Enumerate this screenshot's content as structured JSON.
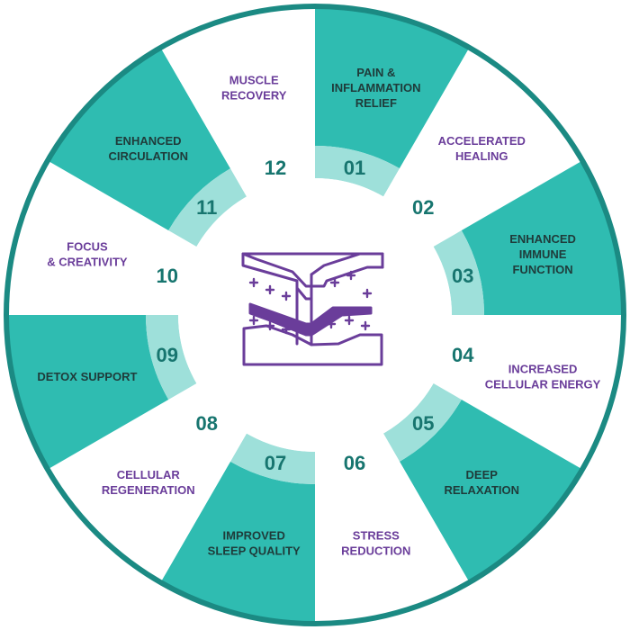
{
  "colors": {
    "teal": "#2fbcb1",
    "teal_ring": "#9ee0da",
    "outer_ring": "#1b8a83",
    "white": "#ffffff",
    "purple": "#6a3d9a",
    "dark_text": "#1f3b3a",
    "number_teal": "#17756f"
  },
  "center_icon": "layered-mattress-sparkle-icon",
  "segments": [
    {
      "number": "01",
      "label": [
        "PAIN &",
        "INFLAMMATION",
        "RELIEF"
      ],
      "fill": "teal"
    },
    {
      "number": "02",
      "label": [
        "ACCELERATED",
        "HEALING"
      ],
      "fill": "white"
    },
    {
      "number": "03",
      "label": [
        "ENHANCED",
        "IMMUNE",
        "FUNCTION"
      ],
      "fill": "teal"
    },
    {
      "number": "04",
      "label": [
        "INCREASED",
        "CELLULAR ENERGY"
      ],
      "fill": "white"
    },
    {
      "number": "05",
      "label": [
        "DEEP",
        "RELAXATION"
      ],
      "fill": "teal"
    },
    {
      "number": "06",
      "label": [
        "STRESS",
        "REDUCTION"
      ],
      "fill": "white"
    },
    {
      "number": "07",
      "label": [
        "IMPROVED",
        "SLEEP QUALITY"
      ],
      "fill": "teal"
    },
    {
      "number": "08",
      "label": [
        "CELLULAR",
        "REGENERATION"
      ],
      "fill": "white"
    },
    {
      "number": "09",
      "label": [
        "DETOX SUPPORT"
      ],
      "fill": "teal"
    },
    {
      "number": "10",
      "label": [
        "FOCUS",
        "& CREATIVITY"
      ],
      "fill": "white"
    },
    {
      "number": "11",
      "label": [
        "ENHANCED",
        "CIRCULATION"
      ],
      "fill": "teal"
    },
    {
      "number": "12",
      "label": [
        "MUSCLE",
        "RECOVERY"
      ],
      "fill": "white"
    }
  ]
}
